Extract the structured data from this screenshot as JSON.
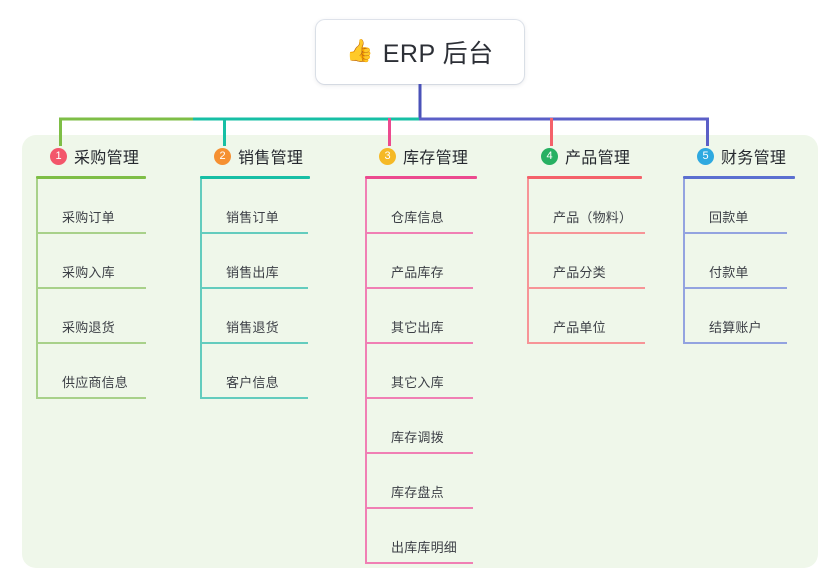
{
  "root": {
    "emoji": "👍",
    "emoji_name": "thumbs-up-emoji",
    "title": "ERP 后台"
  },
  "colors": {
    "panel_bg": "#eff7ea",
    "page_bg": "#ffffff",
    "root_text": "#2c2f36",
    "leaf_text": "#3c3f46",
    "bus_green": "#7ebe46",
    "bus_teal": "#17bfa5",
    "bus_blue": "#5b5fc7",
    "drop_green": "#7ebe46",
    "drop_teal": "#17bfa5",
    "drop_pink": "#ec4a8f",
    "drop_red": "#f4616a",
    "drop_blue": "#5b5fc7",
    "stem_blue": "#4a52b8"
  },
  "columns": [
    {
      "number": "1",
      "title": "采购管理",
      "badge_color": "#f3566b",
      "line_color": "#7ebe46",
      "leaf_line_color": "#a8d18a",
      "items": [
        {
          "label": "采购订单"
        },
        {
          "label": "采购入库"
        },
        {
          "label": "采购退货"
        },
        {
          "label": "供应商信息"
        }
      ]
    },
    {
      "number": "2",
      "title": "销售管理",
      "badge_color": "#f59032",
      "line_color": "#17bfa5",
      "leaf_line_color": "#63ccbe",
      "items": [
        {
          "label": "销售订单"
        },
        {
          "label": "销售出库"
        },
        {
          "label": "销售退货"
        },
        {
          "label": "客户信息"
        }
      ]
    },
    {
      "number": "3",
      "title": "库存管理",
      "badge_color": "#f5b926",
      "line_color": "#ec4a8f",
      "leaf_line_color": "#f07fb4",
      "items": [
        {
          "label": "仓库信息"
        },
        {
          "label": "产品库存"
        },
        {
          "label": "其它出库"
        },
        {
          "label": "其它入库"
        },
        {
          "label": "库存调拨"
        },
        {
          "label": "库存盘点"
        },
        {
          "label": "出库库明细"
        }
      ]
    },
    {
      "number": "4",
      "title": "产品管理",
      "badge_color": "#27b062",
      "line_color": "#f4616a",
      "leaf_line_color": "#f79497",
      "items": [
        {
          "label": "产品（物料）"
        },
        {
          "label": "产品分类"
        },
        {
          "label": "产品单位"
        }
      ]
    },
    {
      "number": "5",
      "title": "财务管理",
      "badge_color": "#2ea9e0",
      "line_color": "#5b6fd0",
      "leaf_line_color": "#93a3e0",
      "items": [
        {
          "label": "回款单"
        },
        {
          "label": "付款单"
        },
        {
          "label": "结算账户"
        }
      ]
    }
  ]
}
